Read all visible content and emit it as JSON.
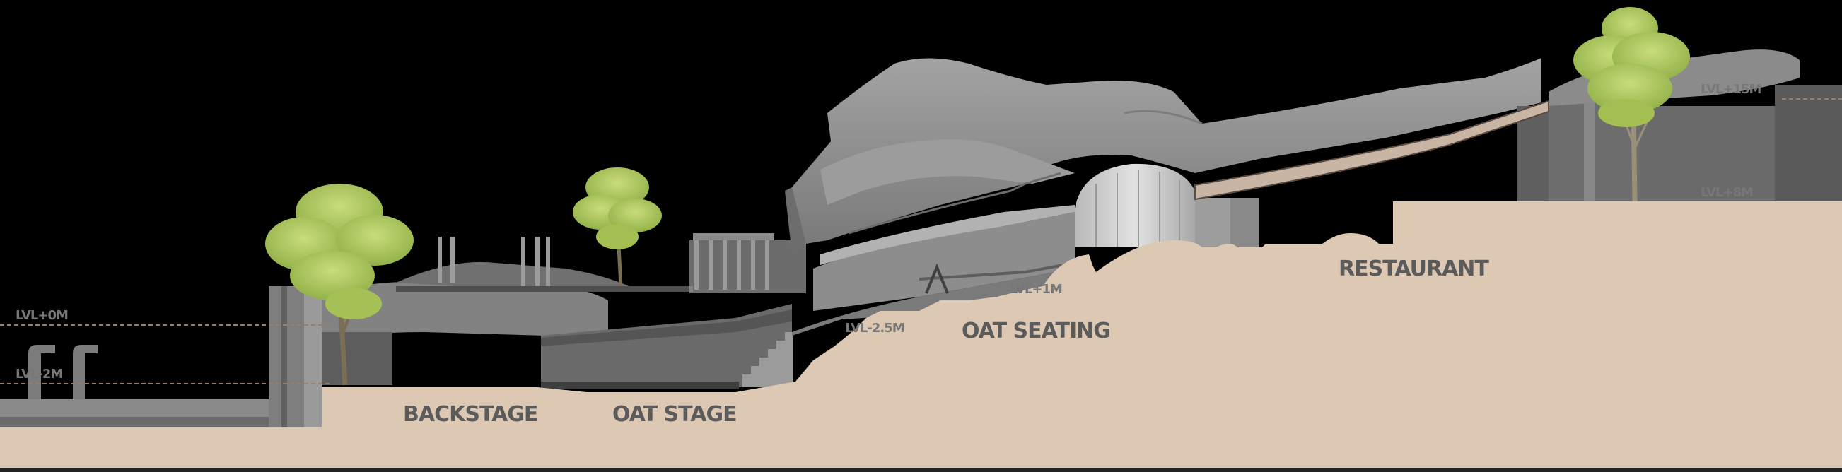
{
  "section": {
    "zones": [
      {
        "id": "backstage",
        "label": "BACKSTAGE"
      },
      {
        "id": "oat-stage",
        "label": "OAT STAGE"
      },
      {
        "id": "oat-seating",
        "label": "OAT SEATING"
      },
      {
        "id": "restaurant",
        "label": "RESTAURANT"
      }
    ],
    "levels": [
      {
        "id": "lvl-0",
        "label": "LVL+0M"
      },
      {
        "id": "lvl-minus",
        "label": "LVL-2M"
      },
      {
        "id": "lvl-minus-2-5",
        "label": "LVL-2.5M"
      },
      {
        "id": "lvl-plus-1",
        "label": "LVL+1M"
      },
      {
        "id": "lvl-plus-15",
        "label": "LVL+15M"
      },
      {
        "id": "lvl-plus-8",
        "label": "LVL+8M"
      }
    ],
    "colors": {
      "background": "#000000",
      "ground": "#ddc9b3",
      "roof": "#8f8f8f",
      "structure": "#6e6e6e",
      "foliage": "#a9c45a",
      "level_line": "#9a7e6a",
      "label": "#5b5b5b"
    }
  }
}
